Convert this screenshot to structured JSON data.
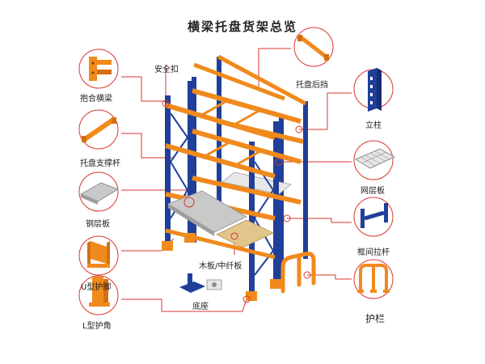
{
  "title": "横梁托盘货架总览",
  "labels": {
    "safety_pin": "安全扣",
    "beam": "抱合横梁",
    "pallet_support": "托盘支撑杆",
    "steel_deck": "钢层板",
    "u_guard": "U型护脚",
    "l_guard": "L型护角",
    "base_plate": "底座",
    "wood_deck": "木板/中纤板",
    "back_stop": "托盘后挡",
    "upright": "立柱",
    "wire_deck": "网层板",
    "frame_spacer": "框间拉杆",
    "guard_rail": "护栏"
  },
  "colors": {
    "upright": "#1f3f9a",
    "beam": "#f08a1c",
    "callout_line": "#d9372f",
    "deck": "#c9c9c9"
  }
}
